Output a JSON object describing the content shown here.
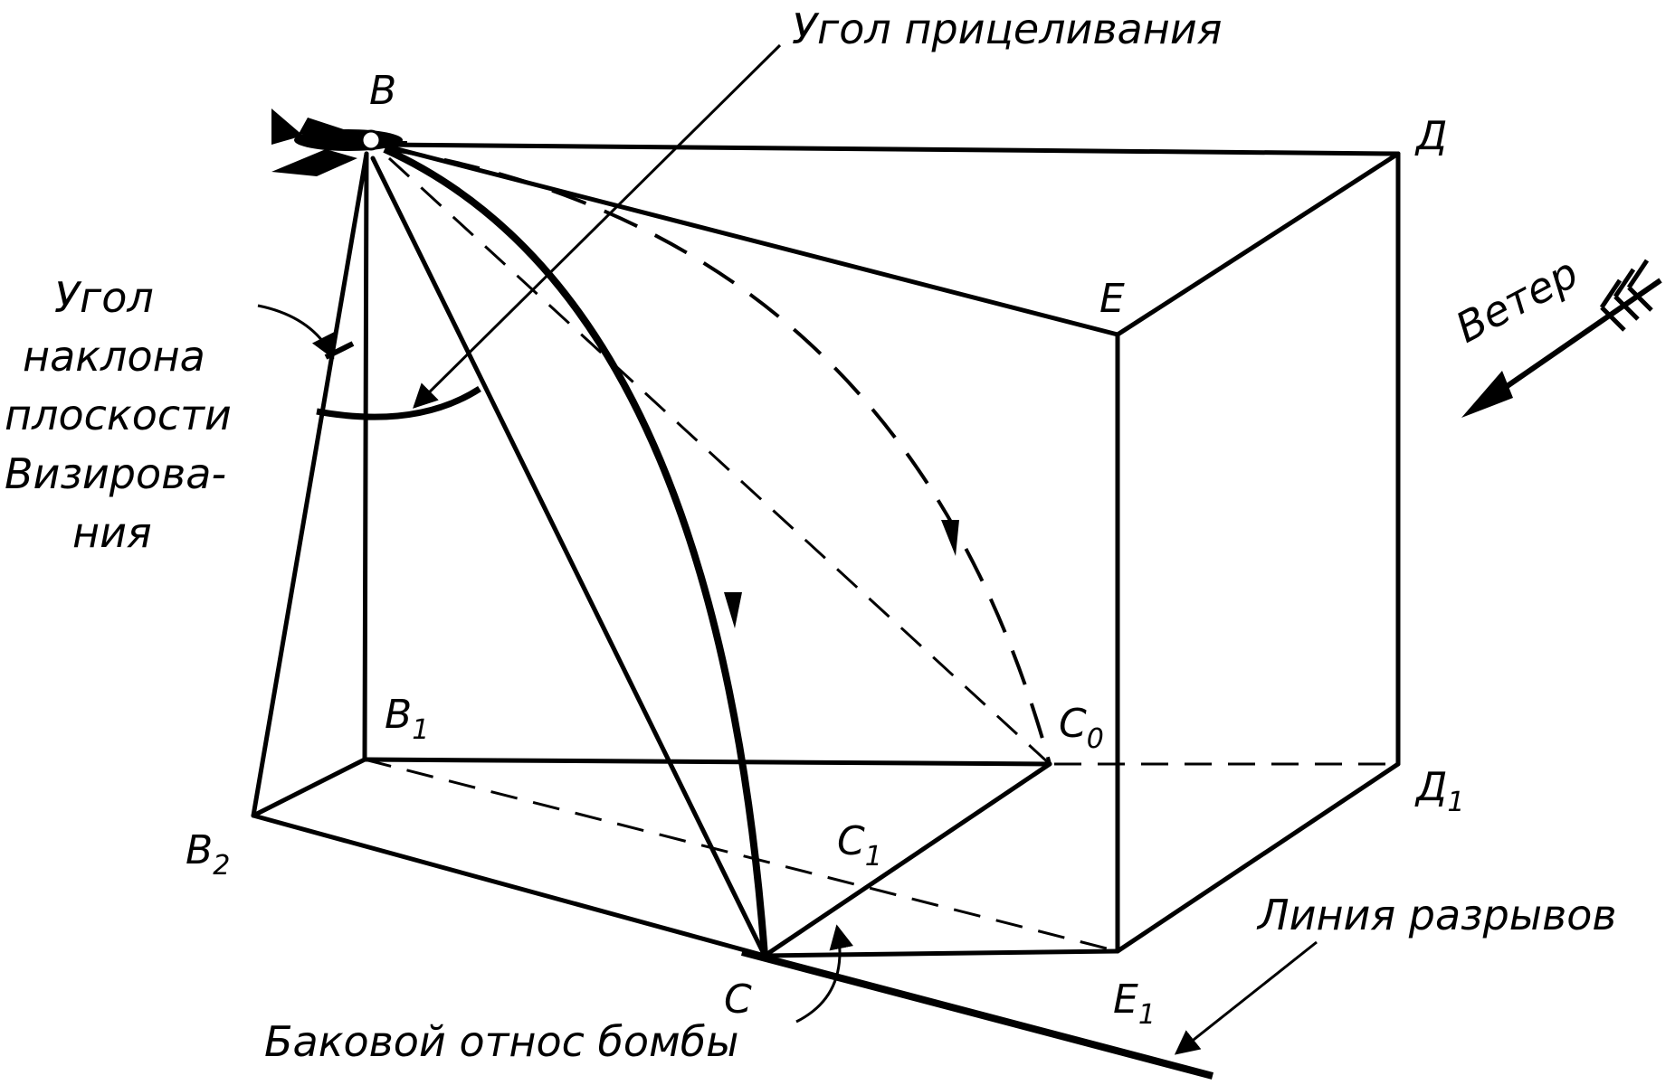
{
  "labels": {
    "aiming_angle": "Угол прицеливания",
    "plane_tilt_angle": [
      "Угол",
      "наклона",
      "плоскости",
      "Визирова-",
      "ния"
    ],
    "wind": "Ветер",
    "burst_line": "Линия разрывов",
    "bomb_side_drift": "Баковой относ бомбы"
  },
  "points": {
    "B": "В",
    "D": "Д",
    "E": "Е",
    "B1": {
      "main": "В",
      "sub": "1"
    },
    "B2": {
      "main": "В",
      "sub": "2"
    },
    "C0": {
      "main": "С",
      "sub": "0"
    },
    "C1": {
      "main": "С",
      "sub": "1"
    },
    "C": "С",
    "D1": {
      "main": "Д",
      "sub": "1"
    },
    "E1": {
      "main": "Е",
      "sub": "1"
    }
  },
  "colors": {
    "ink": "#000000",
    "background": "#ffffff"
  },
  "icons": [
    "airplane-icon",
    "wind-arrow-icon"
  ]
}
